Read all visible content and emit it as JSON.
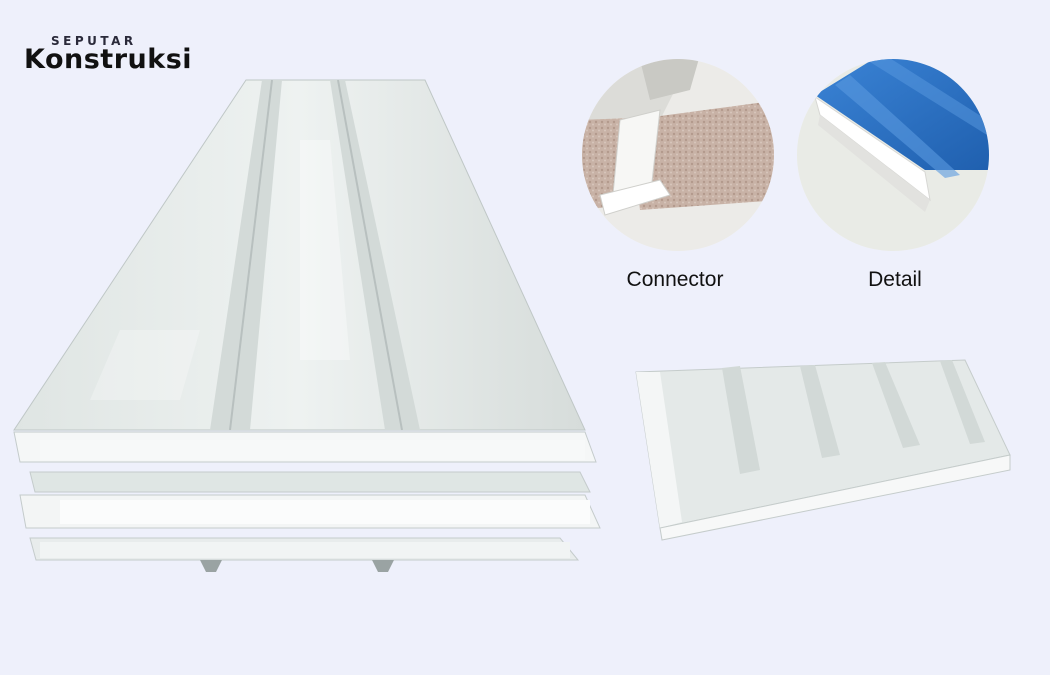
{
  "brand": {
    "prefix": "SEPUTAR",
    "name": "Konstruksi"
  },
  "captions": {
    "connector": "Connector",
    "detail": "Detail"
  },
  "colors": {
    "background": "#eef0fb",
    "panel": "#e6ebea",
    "accent_blue": "#2f74c8",
    "foam": "#c9b3a8"
  }
}
